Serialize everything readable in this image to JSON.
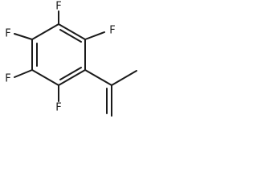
{
  "molecule": {
    "atoms": [
      {
        "id": "f1",
        "label": "F"
      },
      {
        "id": "f2",
        "label": "F"
      },
      {
        "id": "f3",
        "label": "F"
      },
      {
        "id": "f4",
        "label": "F"
      },
      {
        "id": "f5",
        "label": "F"
      }
    ]
  }
}
